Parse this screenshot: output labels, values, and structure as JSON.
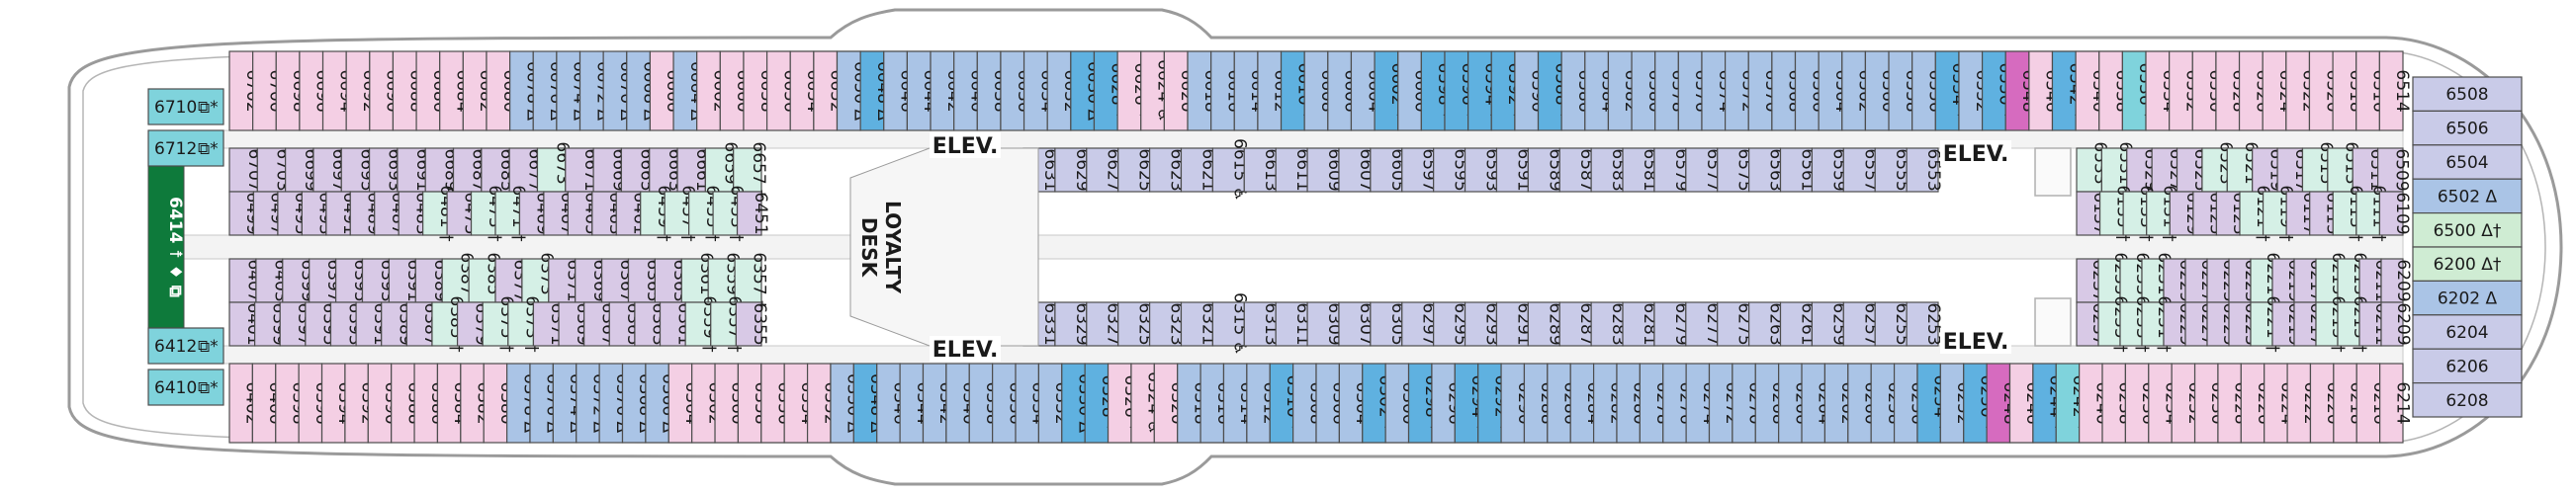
{
  "colors": {
    "pink": "#f4cfe4",
    "lilac": "#d8c9e6",
    "blue_light": "#aac4e6",
    "blue_deep": "#5fb1e0",
    "teal_aft": "#7fd3dc",
    "mint": "#d5f0e6",
    "lavender": "#c9cbe8",
    "magenta": "#d66bbf",
    "green_suite": "#0e7a3b",
    "bow_mint": "#cfecd3"
  },
  "labels": {
    "elevator": "ELEV.",
    "loyalty_line1": "LOYALTY",
    "loyalty_line2": "DESK",
    "suite_big": "6414 ☨ ♦ ⧉"
  },
  "aft_cabins": [
    {
      "n": "6710",
      "sym": "⧉*",
      "c": "teal_aft"
    },
    {
      "n": "6712",
      "sym": "⧉*",
      "c": "teal_aft"
    },
    {
      "n": "6412",
      "sym": "⧉*",
      "c": "teal_aft"
    },
    {
      "n": "6410",
      "sym": "⧉*",
      "c": "teal_aft"
    }
  ],
  "top_outer": [
    [
      "6702",
      "pink"
    ],
    [
      "6700",
      "pink"
    ],
    [
      "6698",
      "pink"
    ],
    [
      "6696",
      "pink"
    ],
    [
      "6694",
      "pink"
    ],
    [
      "6692",
      "pink"
    ],
    [
      "6690",
      "pink"
    ],
    [
      "6688",
      "pink"
    ],
    [
      "6686",
      "pink"
    ],
    [
      "6684",
      "pink"
    ],
    [
      "6682",
      "pink"
    ],
    [
      "6680",
      "pink"
    ],
    [
      "6678 Δ",
      "blue_light"
    ],
    [
      "6676 Δ",
      "blue_light"
    ],
    [
      "6674 Δ",
      "blue_light"
    ],
    [
      "6672 Δ",
      "blue_light"
    ],
    [
      "6670 Δ",
      "blue_light"
    ],
    [
      "6668 Δ",
      "blue_light"
    ],
    [
      "6666",
      "pink"
    ],
    [
      "6664 Δ",
      "blue_light"
    ],
    [
      "6662",
      "pink"
    ],
    [
      "6660",
      "pink"
    ],
    [
      "6658",
      "pink"
    ],
    [
      "6656",
      "pink"
    ],
    [
      "6654",
      "pink"
    ],
    [
      "6652",
      "pink"
    ],
    [
      "6650 Δ",
      "blue_light"
    ],
    [
      "6648 Δ",
      "blue_deep"
    ],
    [
      "6646",
      "blue_light"
    ],
    [
      "6644",
      "blue_light"
    ],
    [
      "6642",
      "blue_light"
    ],
    [
      "6640",
      "blue_light"
    ],
    [
      "6638",
      "blue_light"
    ],
    [
      "6636",
      "blue_light"
    ],
    [
      "6634",
      "blue_light"
    ],
    [
      "6632",
      "blue_light"
    ],
    [
      "6630 Δ",
      "blue_deep"
    ],
    [
      "6628 *",
      "blue_deep"
    ],
    [
      "6626 *",
      "pink"
    ],
    [
      "6624 ♿",
      "pink"
    ],
    [
      "6620",
      "pink"
    ],
    [
      "6618",
      "blue_light"
    ],
    [
      "6616",
      "blue_light"
    ],
    [
      "6614",
      "blue_light"
    ],
    [
      "6612",
      "blue_light"
    ],
    [
      "6610 *",
      "blue_deep"
    ],
    [
      "6608",
      "blue_light"
    ],
    [
      "6606",
      "blue_light"
    ],
    [
      "6604",
      "blue_light"
    ],
    [
      "6602 *",
      "blue_deep"
    ],
    [
      "6600",
      "blue_light"
    ],
    [
      "6598 *",
      "blue_deep"
    ],
    [
      "6596 *",
      "blue_deep"
    ],
    [
      "6594 *",
      "blue_deep"
    ],
    [
      "6592 *",
      "blue_deep"
    ],
    [
      "6590",
      "blue_light"
    ],
    [
      "6588 *",
      "blue_deep"
    ],
    [
      "6586",
      "blue_light"
    ],
    [
      "6584",
      "blue_light"
    ],
    [
      "6582",
      "blue_light"
    ],
    [
      "6580",
      "blue_light"
    ],
    [
      "6578",
      "blue_light"
    ],
    [
      "6576",
      "blue_light"
    ],
    [
      "6574",
      "blue_light"
    ],
    [
      "6572",
      "blue_light"
    ],
    [
      "6570",
      "blue_light"
    ],
    [
      "6568",
      "blue_light"
    ],
    [
      "6566",
      "blue_light"
    ],
    [
      "6564",
      "blue_light"
    ],
    [
      "6562",
      "blue_light"
    ],
    [
      "6560",
      "blue_light"
    ],
    [
      "6558",
      "blue_light"
    ],
    [
      "6556",
      "blue_light"
    ],
    [
      "6554 *",
      "blue_deep"
    ],
    [
      "6552",
      "blue_light"
    ],
    [
      "6550 *",
      "blue_deep"
    ],
    [
      "6548",
      "magenta"
    ],
    [
      "6546",
      "pink"
    ],
    [
      "6542 *",
      "blue_deep"
    ],
    [
      "6540",
      "pink"
    ],
    [
      "6538",
      "pink"
    ],
    [
      "6536 *",
      "teal_aft"
    ],
    [
      "6534",
      "pink"
    ],
    [
      "6532",
      "pink"
    ],
    [
      "6530",
      "pink"
    ],
    [
      "6528",
      "pink"
    ],
    [
      "6526",
      "pink"
    ],
    [
      "6524",
      "pink"
    ],
    [
      "6522",
      "pink"
    ],
    [
      "6520",
      "pink"
    ],
    [
      "6518",
      "pink"
    ],
    [
      "6516",
      "pink"
    ],
    [
      "6514",
      "pink"
    ]
  ],
  "bottom_outer": [
    [
      "6402",
      "pink"
    ],
    [
      "6400",
      "pink"
    ],
    [
      "6398",
      "pink"
    ],
    [
      "6396",
      "pink"
    ],
    [
      "6394",
      "pink"
    ],
    [
      "6392",
      "pink"
    ],
    [
      "6390",
      "pink"
    ],
    [
      "6388",
      "pink"
    ],
    [
      "6386",
      "pink"
    ],
    [
      "6384",
      "pink"
    ],
    [
      "6382",
      "pink"
    ],
    [
      "6380",
      "pink"
    ],
    [
      "6378 Δ",
      "blue_light"
    ],
    [
      "6376 Δ",
      "blue_light"
    ],
    [
      "6374 Δ",
      "blue_light"
    ],
    [
      "6372 Δ",
      "blue_light"
    ],
    [
      "6370 Δ",
      "blue_light"
    ],
    [
      "6368 Δ",
      "blue_light"
    ],
    [
      "6366 Δ",
      "blue_light"
    ],
    [
      "6364",
      "pink"
    ],
    [
      "6362",
      "pink"
    ],
    [
      "6360",
      "pink"
    ],
    [
      "6358",
      "pink"
    ],
    [
      "6356",
      "pink"
    ],
    [
      "6354",
      "pink"
    ],
    [
      "6352",
      "pink"
    ],
    [
      "6350 Δ",
      "blue_light"
    ],
    [
      "6348 Δ",
      "blue_deep"
    ],
    [
      "6346",
      "blue_light"
    ],
    [
      "6344",
      "blue_light"
    ],
    [
      "6342",
      "blue_light"
    ],
    [
      "6340",
      "blue_light"
    ],
    [
      "6338",
      "blue_light"
    ],
    [
      "6336",
      "blue_light"
    ],
    [
      "6334",
      "blue_light"
    ],
    [
      "6332",
      "blue_light"
    ],
    [
      "6330 Δ",
      "blue_deep"
    ],
    [
      "6328 *",
      "blue_deep"
    ],
    [
      "6326 *",
      "pink"
    ],
    [
      "6324 ♿",
      "pink"
    ],
    [
      "6320",
      "pink"
    ],
    [
      "6318",
      "blue_light"
    ],
    [
      "6316",
      "blue_light"
    ],
    [
      "6314",
      "blue_light"
    ],
    [
      "6312",
      "blue_light"
    ],
    [
      "6310 *",
      "blue_deep"
    ],
    [
      "6308",
      "blue_light"
    ],
    [
      "6306",
      "blue_light"
    ],
    [
      "6304",
      "blue_light"
    ],
    [
      "6302 *",
      "blue_deep"
    ],
    [
      "6300",
      "blue_light"
    ],
    [
      "6298 *",
      "blue_deep"
    ],
    [
      "6296",
      "blue_light"
    ],
    [
      "6294 *",
      "blue_deep"
    ],
    [
      "6292 *",
      "blue_deep"
    ],
    [
      "6290",
      "blue_light"
    ],
    [
      "6288",
      "blue_light"
    ],
    [
      "6286",
      "blue_light"
    ],
    [
      "6284",
      "blue_light"
    ],
    [
      "6282",
      "blue_light"
    ],
    [
      "6280",
      "blue_light"
    ],
    [
      "6278",
      "blue_light"
    ],
    [
      "6276",
      "blue_light"
    ],
    [
      "6274",
      "blue_light"
    ],
    [
      "6272",
      "blue_light"
    ],
    [
      "6270",
      "blue_light"
    ],
    [
      "6268",
      "blue_light"
    ],
    [
      "6266",
      "blue_light"
    ],
    [
      "6264",
      "blue_light"
    ],
    [
      "6262",
      "blue_light"
    ],
    [
      "6260",
      "blue_light"
    ],
    [
      "6258",
      "blue_light"
    ],
    [
      "6256",
      "blue_light"
    ],
    [
      "6254 *",
      "blue_deep"
    ],
    [
      "6252",
      "blue_light"
    ],
    [
      "6250 *",
      "blue_deep"
    ],
    [
      "6248",
      "magenta"
    ],
    [
      "6246",
      "pink"
    ],
    [
      "6244 *",
      "blue_deep"
    ],
    [
      "6242 *",
      "teal_aft"
    ],
    [
      "6240",
      "pink"
    ],
    [
      "6238",
      "pink"
    ],
    [
      "6236",
      "pink"
    ],
    [
      "6234",
      "pink"
    ],
    [
      "6232",
      "pink"
    ],
    [
      "6230",
      "pink"
    ],
    [
      "6228",
      "pink"
    ],
    [
      "6226",
      "pink"
    ],
    [
      "6224",
      "pink"
    ],
    [
      "6222",
      "pink"
    ],
    [
      "6220",
      "pink"
    ],
    [
      "6218",
      "pink"
    ],
    [
      "6216",
      "pink"
    ],
    [
      "6214",
      "pink"
    ]
  ],
  "top_inner_aft": [
    [
      "6707",
      "lilac"
    ],
    [
      "6703",
      "lilac"
    ],
    [
      "6699",
      "lilac"
    ],
    [
      "6697",
      "lilac"
    ],
    [
      "6695",
      "lilac"
    ],
    [
      "6693",
      "lilac"
    ],
    [
      "6691",
      "lilac"
    ],
    [
      "6689",
      "lilac"
    ],
    [
      "6687",
      "lilac"
    ],
    [
      "6685",
      "lilac"
    ],
    [
      "6677",
      "lilac"
    ],
    [
      "6673 †",
      "mint"
    ],
    [
      "6671",
      "lilac"
    ],
    [
      "6669",
      "lilac"
    ],
    [
      "6665",
      "lilac"
    ],
    [
      "6663",
      "lilac"
    ],
    [
      "6661",
      "lilac"
    ],
    [
      "6659 †",
      "mint"
    ],
    [
      "6657 †",
      "mint"
    ]
  ],
  "top_inner_aft_b": [
    [
      "6499",
      "lilac"
    ],
    [
      "6497",
      "lilac"
    ],
    [
      "6495",
      "lilac"
    ],
    [
      "6493",
      "lilac"
    ],
    [
      "6491",
      "lilac"
    ],
    [
      "6489",
      "lilac"
    ],
    [
      "6487",
      "lilac"
    ],
    [
      "6483",
      "lilac"
    ],
    [
      "6481 †",
      "mint"
    ],
    [
      "6475",
      "lilac"
    ],
    [
      "6473 †",
      "mint"
    ],
    [
      "6471 †",
      "mint"
    ],
    [
      "6469",
      "lilac"
    ],
    [
      "6467",
      "lilac"
    ],
    [
      "6465",
      "lilac"
    ],
    [
      "6463",
      "lilac"
    ],
    [
      "6461",
      "lilac"
    ],
    [
      "6459 †",
      "mint"
    ],
    [
      "6457 †",
      "mint"
    ],
    [
      "6455 †",
      "mint"
    ],
    [
      "6453 †",
      "mint"
    ],
    [
      "6451",
      "lilac"
    ]
  ],
  "bottom_inner_aft_a": [
    [
      "6407",
      "lilac"
    ],
    [
      "6403",
      "lilac"
    ],
    [
      "6399",
      "lilac"
    ],
    [
      "6397",
      "lilac"
    ],
    [
      "6395",
      "lilac"
    ],
    [
      "6393",
      "lilac"
    ],
    [
      "6391",
      "lilac"
    ],
    [
      "6389",
      "lilac"
    ],
    [
      "6387 †",
      "mint"
    ],
    [
      "6385 †",
      "mint"
    ],
    [
      "6377",
      "lilac"
    ],
    [
      "6373 †",
      "mint"
    ],
    [
      "6371",
      "lilac"
    ],
    [
      "6369",
      "lilac"
    ],
    [
      "6367",
      "lilac"
    ],
    [
      "6365",
      "lilac"
    ],
    [
      "6363",
      "lilac"
    ],
    [
      "6361 †",
      "mint"
    ],
    [
      "6359 †",
      "mint"
    ],
    [
      "6357 †",
      "mint"
    ]
  ],
  "bottom_inner_aft_b": [
    [
      "6401",
      "lilac"
    ],
    [
      "6399",
      "lilac"
    ],
    [
      "6397",
      "lilac"
    ],
    [
      "6395",
      "lilac"
    ],
    [
      "6393",
      "lilac"
    ],
    [
      "6391",
      "lilac"
    ],
    [
      "6389",
      "lilac"
    ],
    [
      "6387",
      "lilac"
    ],
    [
      "6385 †",
      "mint"
    ],
    [
      "6379",
      "lilac"
    ],
    [
      "6375 †",
      "mint"
    ],
    [
      "6373 †",
      "mint"
    ],
    [
      "6371",
      "lilac"
    ],
    [
      "6369",
      "lilac"
    ],
    [
      "6367",
      "lilac"
    ],
    [
      "6365",
      "lilac"
    ],
    [
      "6363",
      "lilac"
    ],
    [
      "6361",
      "lilac"
    ],
    [
      "6359 †",
      "mint"
    ],
    [
      "6357 †",
      "mint"
    ],
    [
      "6355",
      "lilac"
    ]
  ],
  "top_inner_mid_a": [
    [
      "6631",
      "lavender"
    ],
    [
      "6629",
      "lavender"
    ],
    [
      "6627",
      "lavender"
    ],
    [
      "6625",
      "lavender"
    ],
    [
      "6623",
      "lavender"
    ],
    [
      "6621",
      "lavender"
    ],
    [
      "6615 ♿",
      "lavender"
    ],
    [
      "6613",
      "lavender"
    ],
    [
      "6611",
      "lavender"
    ],
    [
      "6609",
      "lavender"
    ],
    [
      "6607",
      "lavender"
    ],
    [
      "6605",
      "lavender"
    ],
    [
      "6597",
      "lavender"
    ],
    [
      "6595",
      "lavender"
    ],
    [
      "6593",
      "lavender"
    ],
    [
      "6591",
      "lavender"
    ],
    [
      "6589",
      "lavender"
    ],
    [
      "6587",
      "lavender"
    ],
    [
      "6583",
      "lavender"
    ],
    [
      "6581",
      "lavender"
    ],
    [
      "6579",
      "lavender"
    ],
    [
      "6577",
      "lavender"
    ],
    [
      "6575",
      "lavender"
    ],
    [
      "6563",
      "lavender"
    ],
    [
      "6561",
      "lavender"
    ],
    [
      "6559",
      "lavender"
    ],
    [
      "6557",
      "lavender"
    ],
    [
      "6555",
      "lavender"
    ],
    [
      "6553",
      "lavender"
    ]
  ],
  "bottom_inner_mid_a": [
    [
      "6331",
      "lavender"
    ],
    [
      "6329",
      "lavender"
    ],
    [
      "6327",
      "lavender"
    ],
    [
      "6325",
      "lavender"
    ],
    [
      "6323",
      "lavender"
    ],
    [
      "6321",
      "lavender"
    ],
    [
      "6315 ♿",
      "lavender"
    ],
    [
      "6313",
      "lavender"
    ],
    [
      "6311",
      "lavender"
    ],
    [
      "6309",
      "lavender"
    ],
    [
      "6307",
      "lavender"
    ],
    [
      "6305",
      "lavender"
    ],
    [
      "6297",
      "lavender"
    ],
    [
      "6295",
      "lavender"
    ],
    [
      "6293",
      "lavender"
    ],
    [
      "6291",
      "lavender"
    ],
    [
      "6289",
      "lavender"
    ],
    [
      "6287",
      "lavender"
    ],
    [
      "6283",
      "lavender"
    ],
    [
      "6281",
      "lavender"
    ],
    [
      "6279",
      "lavender"
    ],
    [
      "6277",
      "lavender"
    ],
    [
      "6275",
      "lavender"
    ],
    [
      "6263",
      "lavender"
    ],
    [
      "6261",
      "lavender"
    ],
    [
      "6259",
      "lavender"
    ],
    [
      "6257",
      "lavender"
    ],
    [
      "6255",
      "lavender"
    ],
    [
      "6253",
      "lavender"
    ]
  ],
  "top_inner_fwd_a": [
    [
      "6533 †",
      "mint"
    ],
    [
      "6531 †",
      "mint"
    ],
    [
      "6529",
      "lilac"
    ],
    [
      "6527",
      "lilac"
    ],
    [
      "6525",
      "lilac"
    ],
    [
      "6523 †",
      "mint"
    ],
    [
      "6521 †",
      "mint"
    ],
    [
      "6519",
      "lilac"
    ],
    [
      "6517",
      "lilac"
    ],
    [
      "6515 †",
      "mint"
    ],
    [
      "6513 †",
      "mint"
    ],
    [
      "6511",
      "lilac"
    ],
    [
      "6509",
      "lilac"
    ]
  ],
  "top_inner_fwd_b": [
    [
      "6137",
      "lilac"
    ],
    [
      "6135 †",
      "mint"
    ],
    [
      "6133 †",
      "mint"
    ],
    [
      "6131 †",
      "mint"
    ],
    [
      "6129",
      "lilac"
    ],
    [
      "6125",
      "lilac"
    ],
    [
      "6123",
      "lilac"
    ],
    [
      "6121 †",
      "mint"
    ],
    [
      "6119 †",
      "mint"
    ],
    [
      "6117",
      "lilac"
    ],
    [
      "6115",
      "lilac"
    ],
    [
      "6113 †",
      "mint"
    ],
    [
      "6111 †",
      "mint"
    ],
    [
      "6109",
      "lilac"
    ]
  ],
  "bottom_inner_fwd_a": [
    [
      "6237",
      "lilac"
    ],
    [
      "6235 †",
      "mint"
    ],
    [
      "6233 †",
      "mint"
    ],
    [
      "6231 †",
      "mint"
    ],
    [
      "6229",
      "lilac"
    ],
    [
      "6227",
      "lilac"
    ],
    [
      "6225",
      "lilac"
    ],
    [
      "6223",
      "lilac"
    ],
    [
      "6221 †",
      "mint"
    ],
    [
      "6219",
      "lilac"
    ],
    [
      "6217",
      "lilac"
    ],
    [
      "6215 †",
      "mint"
    ],
    [
      "6213 †",
      "mint"
    ],
    [
      "6211",
      "lilac"
    ],
    [
      "6209",
      "lilac"
    ]
  ],
  "bottom_inner_fwd_b": [
    [
      "6237",
      "lilac"
    ],
    [
      "6235 †",
      "mint"
    ],
    [
      "6233 †",
      "mint"
    ],
    [
      "6231 †",
      "mint"
    ],
    [
      "6229",
      "lilac"
    ],
    [
      "6227",
      "lilac"
    ],
    [
      "6225",
      "lilac"
    ],
    [
      "6223",
      "lilac"
    ],
    [
      "6221 †",
      "mint"
    ],
    [
      "6219",
      "lilac"
    ],
    [
      "6217",
      "lilac"
    ],
    [
      "6215 †",
      "mint"
    ],
    [
      "6213 †",
      "mint"
    ],
    [
      "6211",
      "lilac"
    ],
    [
      "6209",
      "lilac"
    ]
  ],
  "bow": [
    [
      "6508",
      "lavender"
    ],
    [
      "6506",
      "lavender"
    ],
    [
      "6504",
      "lavender"
    ],
    [
      "6502 Δ",
      "blue_light"
    ],
    [
      "6500 Δ†",
      "bow_mint"
    ],
    [
      "6200 Δ†",
      "bow_mint"
    ],
    [
      "6202 Δ",
      "blue_light"
    ],
    [
      "6204",
      "lavender"
    ],
    [
      "6206",
      "lavender"
    ],
    [
      "6208",
      "lavender"
    ]
  ]
}
